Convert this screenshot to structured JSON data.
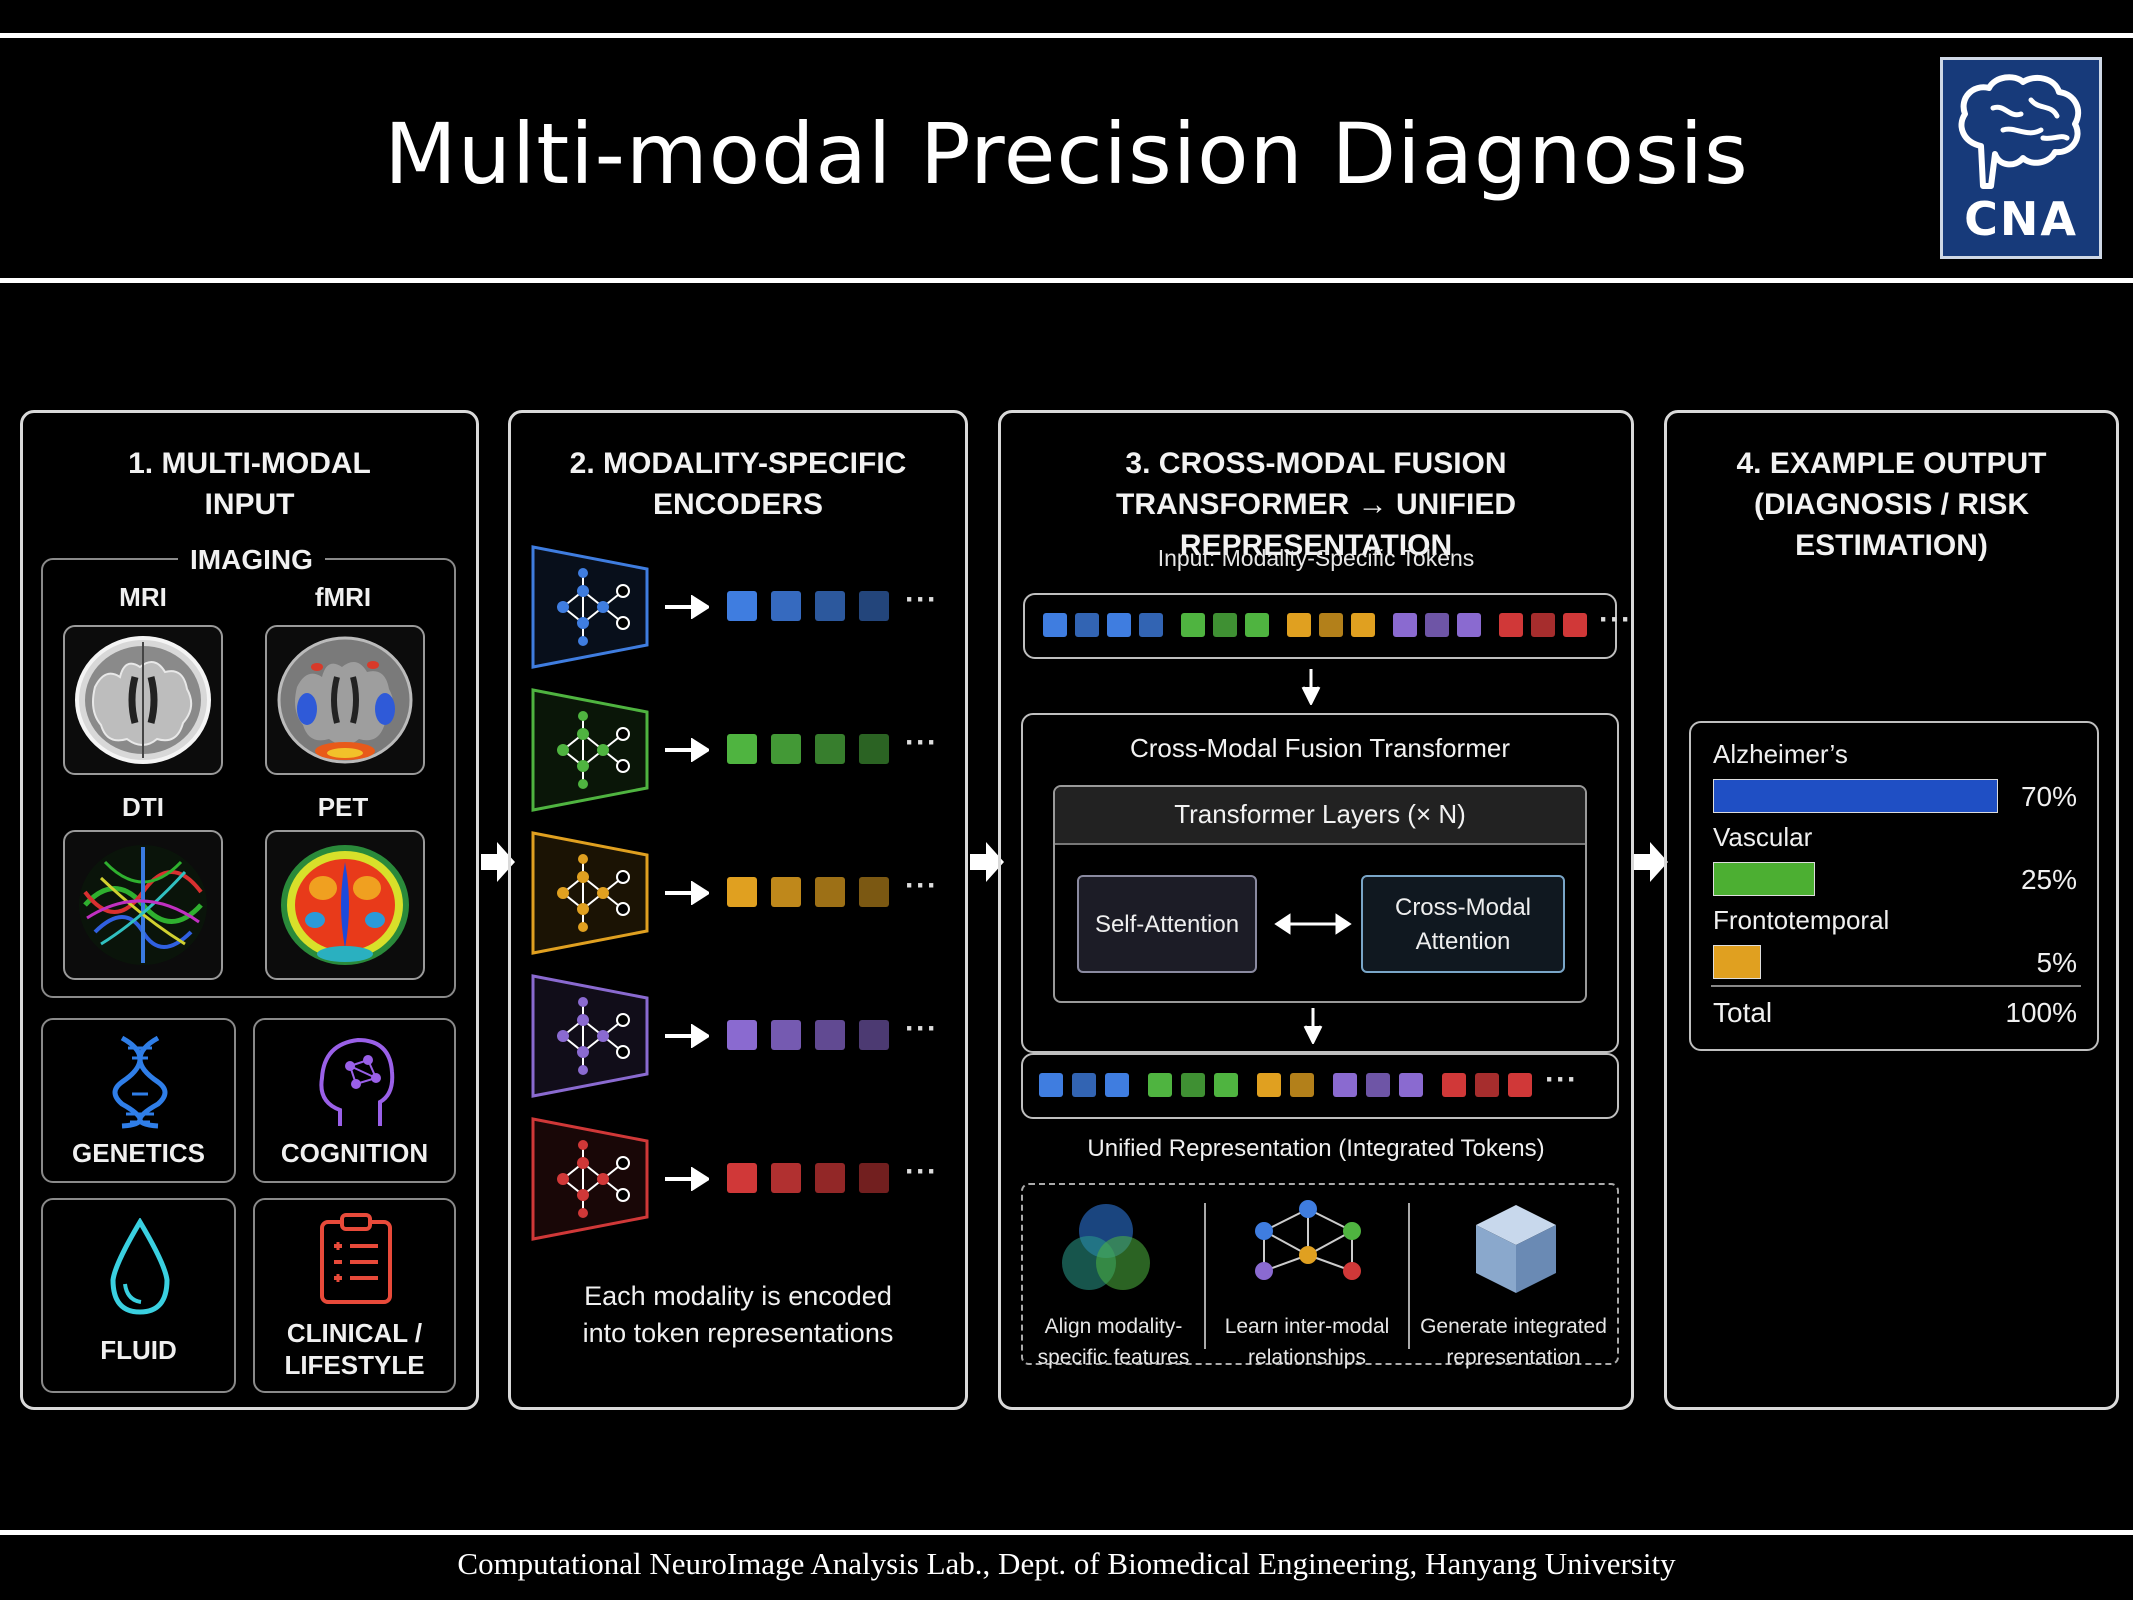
{
  "title": "Multi-modal Precision Diagnosis",
  "logo": {
    "text": "CNA"
  },
  "footer": "Computational NeuroImage Analysis Lab., Dept. of Biomedical Engineering, Hanyang University",
  "panel1": {
    "title_line1": "1. MULTI-MODAL",
    "title_line2": "INPUT",
    "imaging_label": "IMAGING",
    "scans": [
      "MRI",
      "fMRI",
      "DTI",
      "PET"
    ],
    "cards": [
      "GENETICS",
      "COGNITION",
      "FLUID",
      "CLINICAL /",
      "LIFESTYLE"
    ]
  },
  "panel2": {
    "title_line1": "2. MODALITY-SPECIFIC",
    "title_line2": "ENCODERS",
    "dots": "···",
    "caption_line1": "Each modality is encoded",
    "caption_line2": "into token representations",
    "encoder_colors": [
      "#3f7de0",
      "#4fb440",
      "#e0a020",
      "#8a6ad0",
      "#d03838"
    ]
  },
  "panel3": {
    "title_line1": "3. CROSS-MODAL FUSION",
    "title_line2": "TRANSFORMER → UNIFIED REPRESENTATION",
    "input_label": "Input: Modality-Specific Tokens",
    "fusion_title": "Cross-Modal Fusion Transformer",
    "layers_label": "Transformer Layers (× N)",
    "self_attention": "Self-Attention",
    "cross_attention_line1": "Cross-Modal",
    "cross_attention_line2": "Attention",
    "unified_label": "Unified Representation (Integrated Tokens)",
    "steps": [
      {
        "line1": "Align modality-",
        "line2": "specific features"
      },
      {
        "line1": "Learn inter-modal",
        "line2": "relationships"
      },
      {
        "line1": "Generate integrated",
        "line2": "representation"
      }
    ]
  },
  "panel4": {
    "title_line1": "4. EXAMPLE OUTPUT",
    "title_line2": "(DIAGNOSIS / RISK ESTIMATION)",
    "results": [
      {
        "label": "Alzheimer’s",
        "value": "70%",
        "fraction": 0.7,
        "color": "#1f4fc4"
      },
      {
        "label": "Vascular",
        "value": "25%",
        "fraction": 0.25,
        "color": "#4caf32"
      },
      {
        "label": "Frontotemporal",
        "value": "5%",
        "fraction": 0.05,
        "color": "#e0a020"
      }
    ],
    "total_label": "Total",
    "total_value": "100%"
  }
}
